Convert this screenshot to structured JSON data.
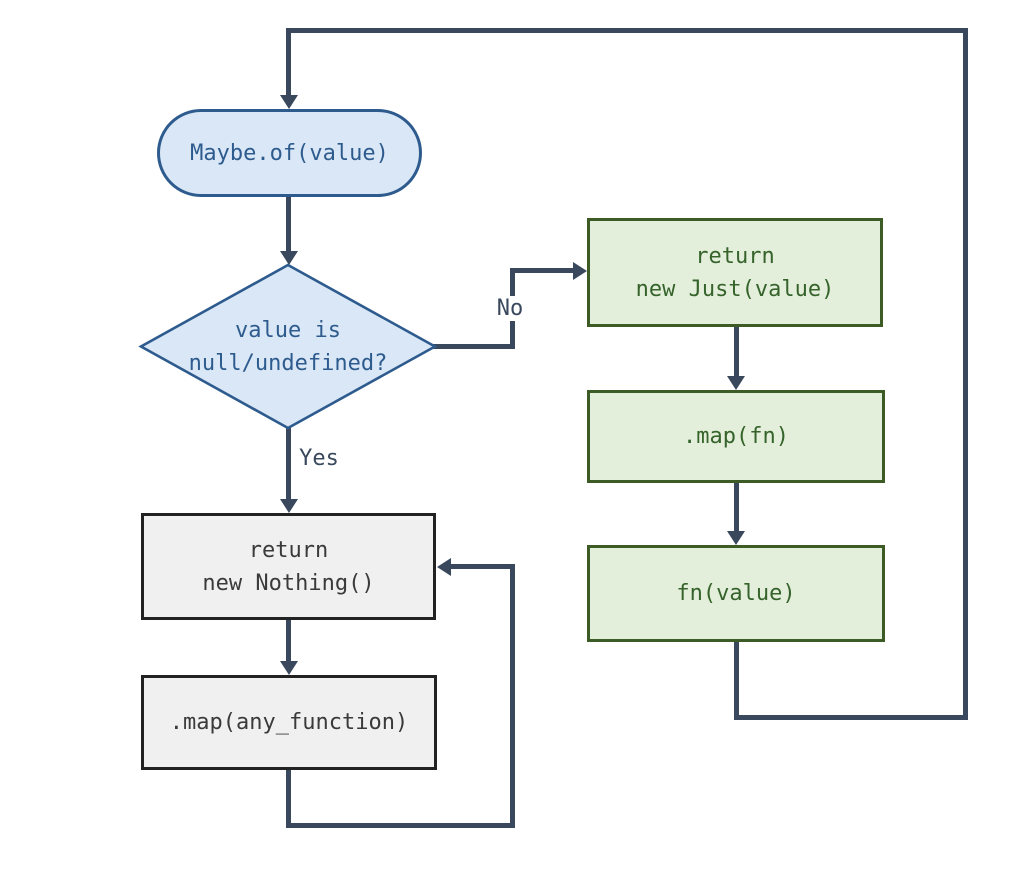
{
  "diagram": {
    "nodes": {
      "start": {
        "label": "Maybe.of(value)"
      },
      "decision": {
        "line1": "value is",
        "line2": "null/undefined?"
      },
      "just": {
        "line1": "return",
        "line2": "new Just(value)"
      },
      "map_fn": {
        "label": ".map(fn)"
      },
      "fn_value": {
        "label": "fn(value)"
      },
      "nothing": {
        "line1": "return",
        "line2": "new Nothing()"
      },
      "map_any": {
        "label": ".map(any_function)"
      }
    },
    "labels": {
      "yes": "Yes",
      "no": "No"
    },
    "colors": {
      "edge": "#39485c",
      "blue_fill": "#d9e7f6",
      "blue_border": "#2e5b8e",
      "blue_text": "#2e5b8e",
      "green_fill": "#e3efda",
      "green_border": "#3c5b25",
      "green_text": "#35632b",
      "gray_fill": "#f0f0f0",
      "gray_border": "#222222",
      "gray_text": "#3a3a3a",
      "background": "#ffffff"
    }
  }
}
